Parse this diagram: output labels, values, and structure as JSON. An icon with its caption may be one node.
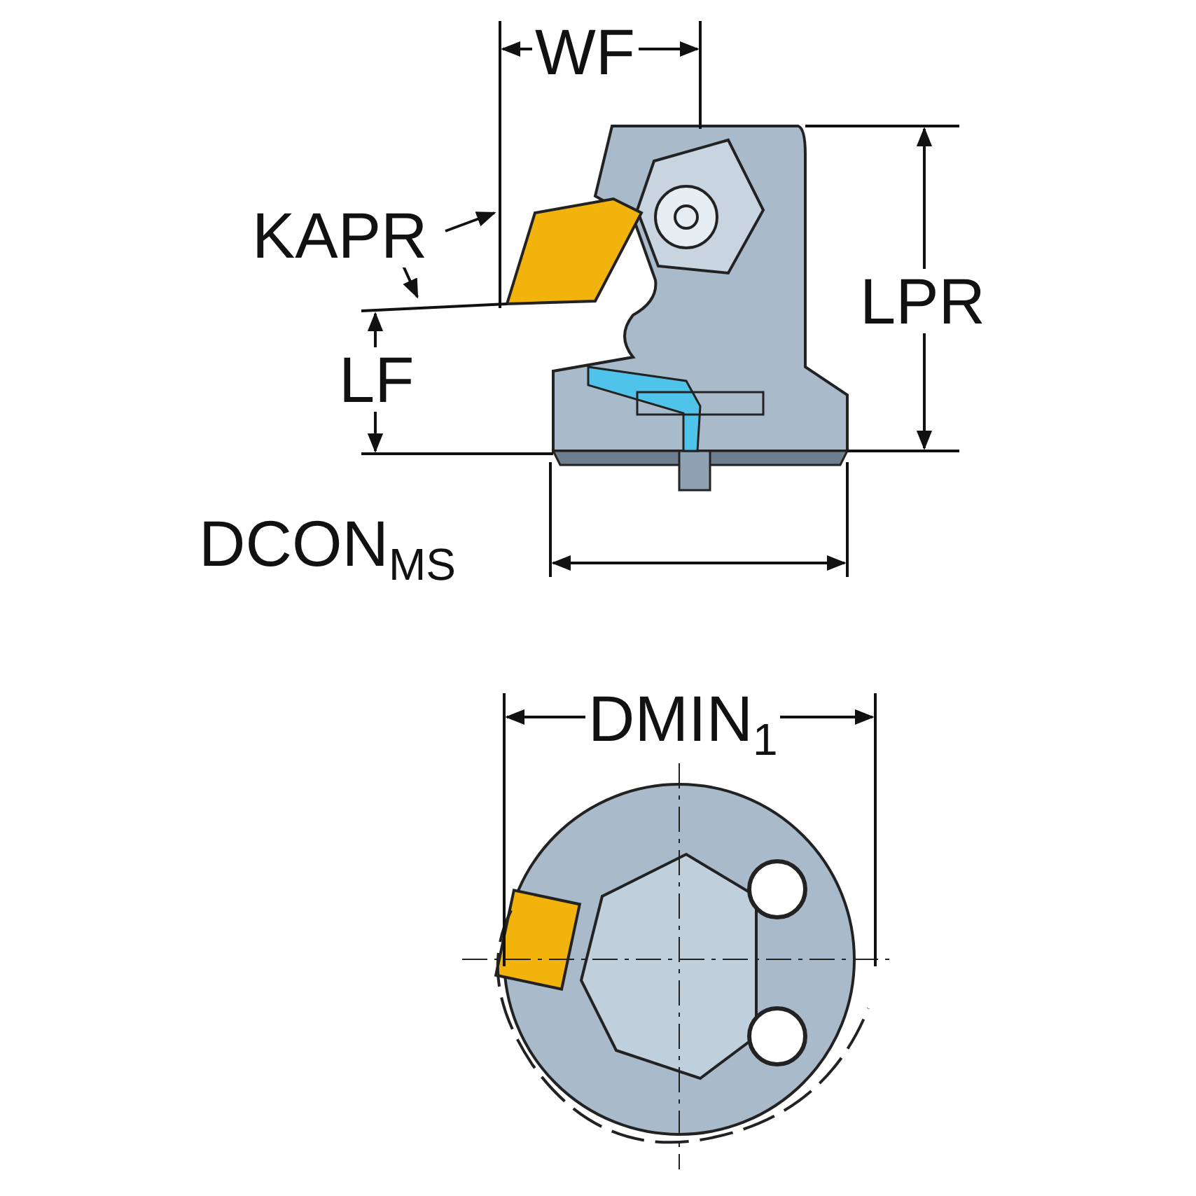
{
  "diagram": {
    "labels": [
      "WF",
      "KAPR",
      "LPR",
      "LF",
      "DCON$_{MS}$",
      "DMIN$_{1}$"
    ]
  }
}
